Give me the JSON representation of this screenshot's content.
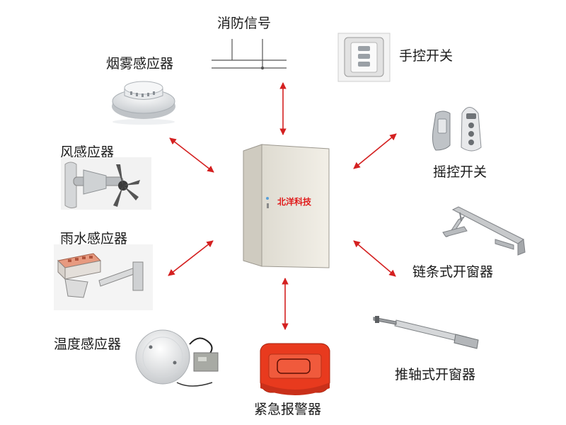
{
  "diagram": {
    "center": {
      "name": "control-cabinet",
      "brand": "北洋科技"
    },
    "devices": {
      "fire_signal": "消防信号",
      "smoke_sensor": "烟雾感应器",
      "manual_switch": "手控开关",
      "wind_sensor": "风感应器",
      "remote_switch": "摇控开关",
      "rain_sensor": "雨水感应器",
      "chain_opener": "链条式开窗器",
      "temperature_sensor": "温度感应器",
      "emergency_alarm": "紧急报警器",
      "push_rod_opener": "推轴式开窗器"
    },
    "colors": {
      "arrow": "#d42020",
      "cabinet": "#ece9df",
      "alarm": "#e83a1e"
    }
  }
}
